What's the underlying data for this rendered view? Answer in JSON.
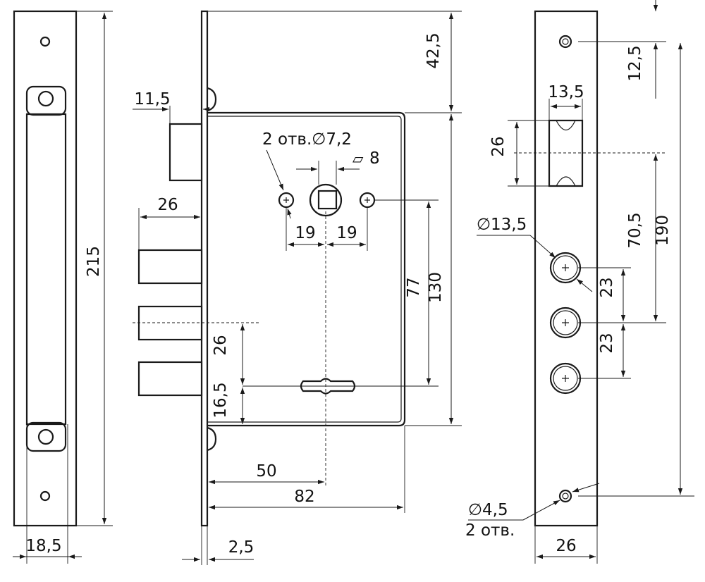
{
  "colors": {
    "line": "#1a1a1a",
    "text": "#111111",
    "background": "#ffffff"
  },
  "labels": {
    "strike_height": "215",
    "strike_width": "18,5",
    "faceplate_offset": "11,5",
    "bolt_projection": "26",
    "screw_holes": "2 отв.∅7,2",
    "spindle": "8",
    "spindle_square_symbol": "▱",
    "hole_left_19": "19",
    "hole_right_19": "19",
    "top_offset": "42,5",
    "spindle_to_key": "77",
    "case_height": "130",
    "bolt_to_key": "26",
    "key_to_bottom": "16,5",
    "backset": "50",
    "case_depth": "82",
    "faceplate_thickness": "2,5",
    "face_top_hole": "12,5",
    "latch_width": "13,5",
    "latch_height": "26",
    "bolt_diameter": "∅13,5",
    "spindle_offset_face": "70,5",
    "face_hole_spacing": "190",
    "bolt_pitch_1": "23",
    "bolt_pitch_2": "23",
    "face_hole_diameter": "∅4,5",
    "face_hole_count": "2 отв.",
    "face_width": "26"
  }
}
